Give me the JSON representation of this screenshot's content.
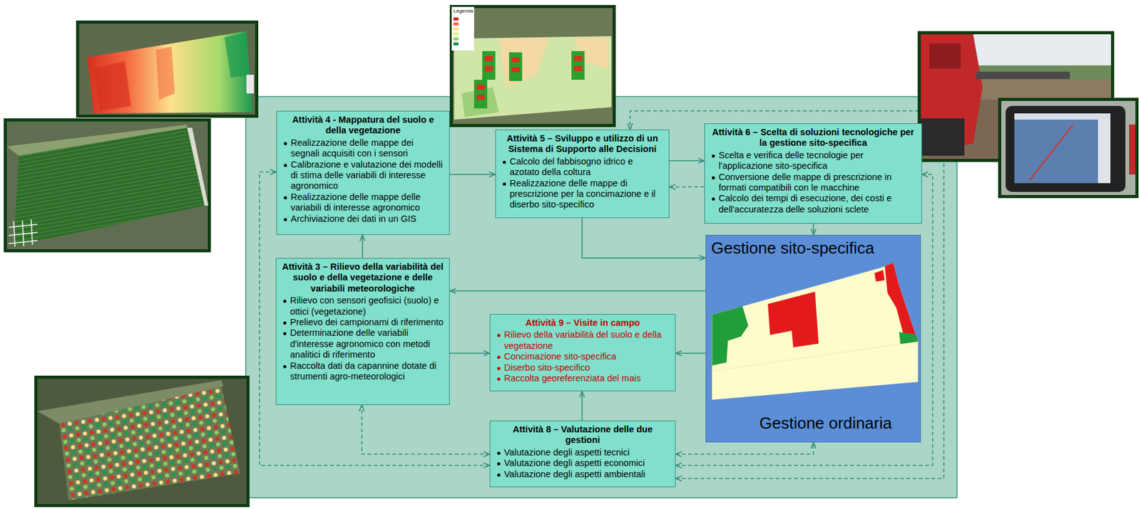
{
  "diagram": {
    "nodes": [
      {
        "text": [
          "Attività 4 - Mappatura del suolo e della vegetazione",
          "Realizzazione delle mappe dei segnali acquisiti con i sensori",
          "Calibrazione e valutazione dei modelli di stima delle variabili di interesse agronomico",
          "Realizzazione delle mappe delle variabili di interesse agronomico",
          "Archiviazione dei dati in un GIS"
        ]
      },
      {
        "text": [
          "Attività 5 – Sviluppo e utilizzo di un Sistema di Supporto alle Decisioni",
          "Calcolo del fabbisogno idrico e azotato della coltura",
          "Realizzazione delle mappe di prescrizione per la concimazione e il diserbo sito-specifico"
        ]
      },
      {
        "text": [
          "Attività 6 – Scelta di soluzioni tecnologiche per la gestione sito-specifica",
          "Scelta e verifica delle tecnologie per l'applicazione sito-specifica",
          "Conversione delle mappe di prescrizione in formati compatibili con le macchine",
          "Calcolo dei tempi di esecuzione, dei costi e dell'accuratezza delle soluzioni sclete"
        ]
      },
      {
        "text": [
          "Attività 3 – Rilievo della variabilità del suolo e della vegetazione e delle variabili meteorologiche",
          "Rilievo con sensori geofisici (suolo) e ottici (vegetazione)",
          "Prelievo dei campionami di riferimento",
          "Determinazione delle variabili d'interesse agronomico con metodi analitici di riferimento",
          "Raccolta dati da capannine dotate di strumenti agro-meteorologici"
        ]
      },
      {
        "text": [
          "Attività 9 – Visite in campo",
          "Rilievo della variabilità del suolo e della vegetazione",
          "Concimazione sito-specifica",
          "Diserbo sito-specifico",
          "Raccolta georeferenziata del mais"
        ]
      },
      {
        "text": [
          "Gestione sito-specifica",
          "Gestione ordinaria"
        ]
      },
      {
        "text": [
          "Attività 8 – Valutazione delle due gestioni",
          "Valutazione degli aspetti tecnici",
          "Valutazione degli aspetti economici",
          "Valutazione degli aspetti ambientali"
        ]
      }
    ],
    "edges": [
      {
        "from": 3,
        "to": 0,
        "arrow": "to"
      },
      {
        "from": 0,
        "to": 1,
        "arrow": "to"
      },
      {
        "from": 1,
        "to": 2,
        "arrow": "to"
      },
      {
        "from": 2,
        "to": 1,
        "arrow": "to"
      },
      {
        "from": 2,
        "to": 5,
        "arrow": "to"
      },
      {
        "from": 1,
        "to": 5,
        "arrow": "to"
      },
      {
        "from": 5,
        "to": 3,
        "arrow": "to"
      },
      {
        "from": 3,
        "to": 4,
        "arrow": "to"
      },
      {
        "from": 5,
        "to": 4,
        "arrow": "to"
      },
      {
        "from": 6,
        "to": 4,
        "arrow": "to"
      },
      {
        "from": 6,
        "to": 3,
        "arrow": "both"
      },
      {
        "from": 6,
        "to": 5,
        "arrow": "both"
      },
      {
        "from": 6,
        "to": 0,
        "arrow": "both"
      },
      {
        "from": 6,
        "to": 1,
        "arrow": "both"
      },
      {
        "from": 6,
        "to": 2,
        "arrow": "both"
      }
    ],
    "labels": [
      "Legenda"
    ]
  }
}
